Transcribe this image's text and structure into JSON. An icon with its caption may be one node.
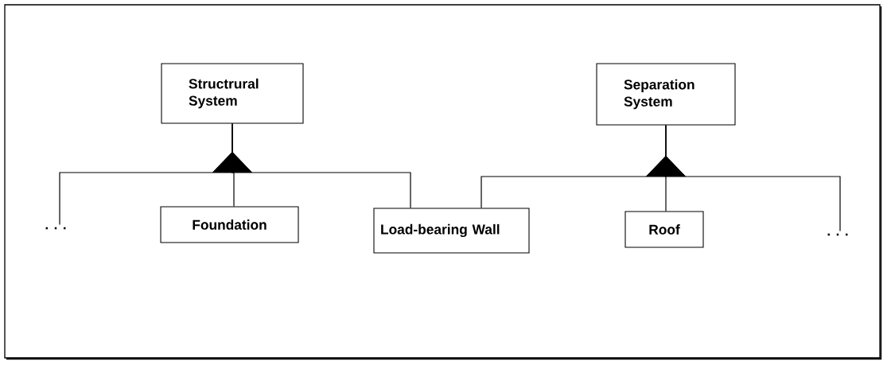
{
  "diagram": {
    "nodes": [
      {
        "text": [
          "Structrural System"
        ]
      },
      {
        "text": [
          ". . ."
        ]
      },
      {
        "text": [
          "Foundation"
        ]
      },
      {
        "text": [
          "Load-bearing Wall"
        ]
      },
      {
        "text": [
          "Separation System"
        ]
      },
      {
        "text": [
          "Roof"
        ]
      },
      {
        "text": [
          ". . ."
        ]
      }
    ],
    "edges": [
      {
        "from": 1,
        "to": 0,
        "arrow": "to"
      },
      {
        "from": 2,
        "to": 0,
        "arrow": "to"
      },
      {
        "from": 3,
        "to": 0,
        "arrow": "to"
      },
      {
        "from": 3,
        "to": 4,
        "arrow": "to"
      },
      {
        "from": 5,
        "to": 4,
        "arrow": "to"
      },
      {
        "from": 6,
        "to": 4,
        "arrow": "to"
      }
    ]
  }
}
